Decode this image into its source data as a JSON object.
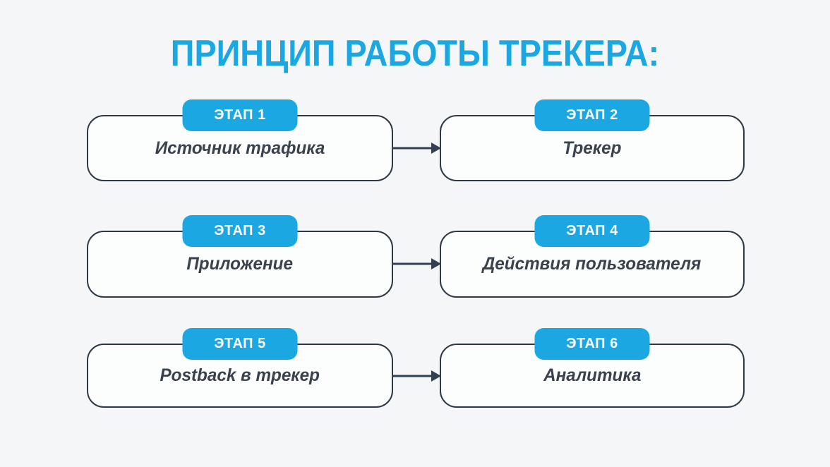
{
  "title": "ПРИНЦИП РАБОТЫ ТРЕКЕРА:",
  "colors": {
    "accent": "#1AA7E2",
    "border": "#2E3945",
    "text": "#3A424E",
    "arrow": "#334052",
    "background": "#F5F6F8",
    "card-bg": "#FCFDFD"
  },
  "stages": [
    {
      "badge": "ЭТАП 1",
      "label": "Источник трафика"
    },
    {
      "badge": "ЭТАП 2",
      "label": "Трекер"
    },
    {
      "badge": "ЭТАП 3",
      "label": "Приложение"
    },
    {
      "badge": "ЭТАП 4",
      "label": "Действия пользователя"
    },
    {
      "badge": "ЭТАП 5",
      "label": "Postback в трекер"
    },
    {
      "badge": "ЭТАП 6",
      "label": "Аналитика"
    }
  ],
  "connections": [
    {
      "from": "ЭТАП 1",
      "to": "ЭТАП 2",
      "icon": "arrow-right-icon"
    },
    {
      "from": "ЭТАП 3",
      "to": "ЭТАП 4",
      "icon": "arrow-right-icon"
    },
    {
      "from": "ЭТАП 5",
      "to": "ЭТАП 6",
      "icon": "arrow-right-icon"
    }
  ]
}
